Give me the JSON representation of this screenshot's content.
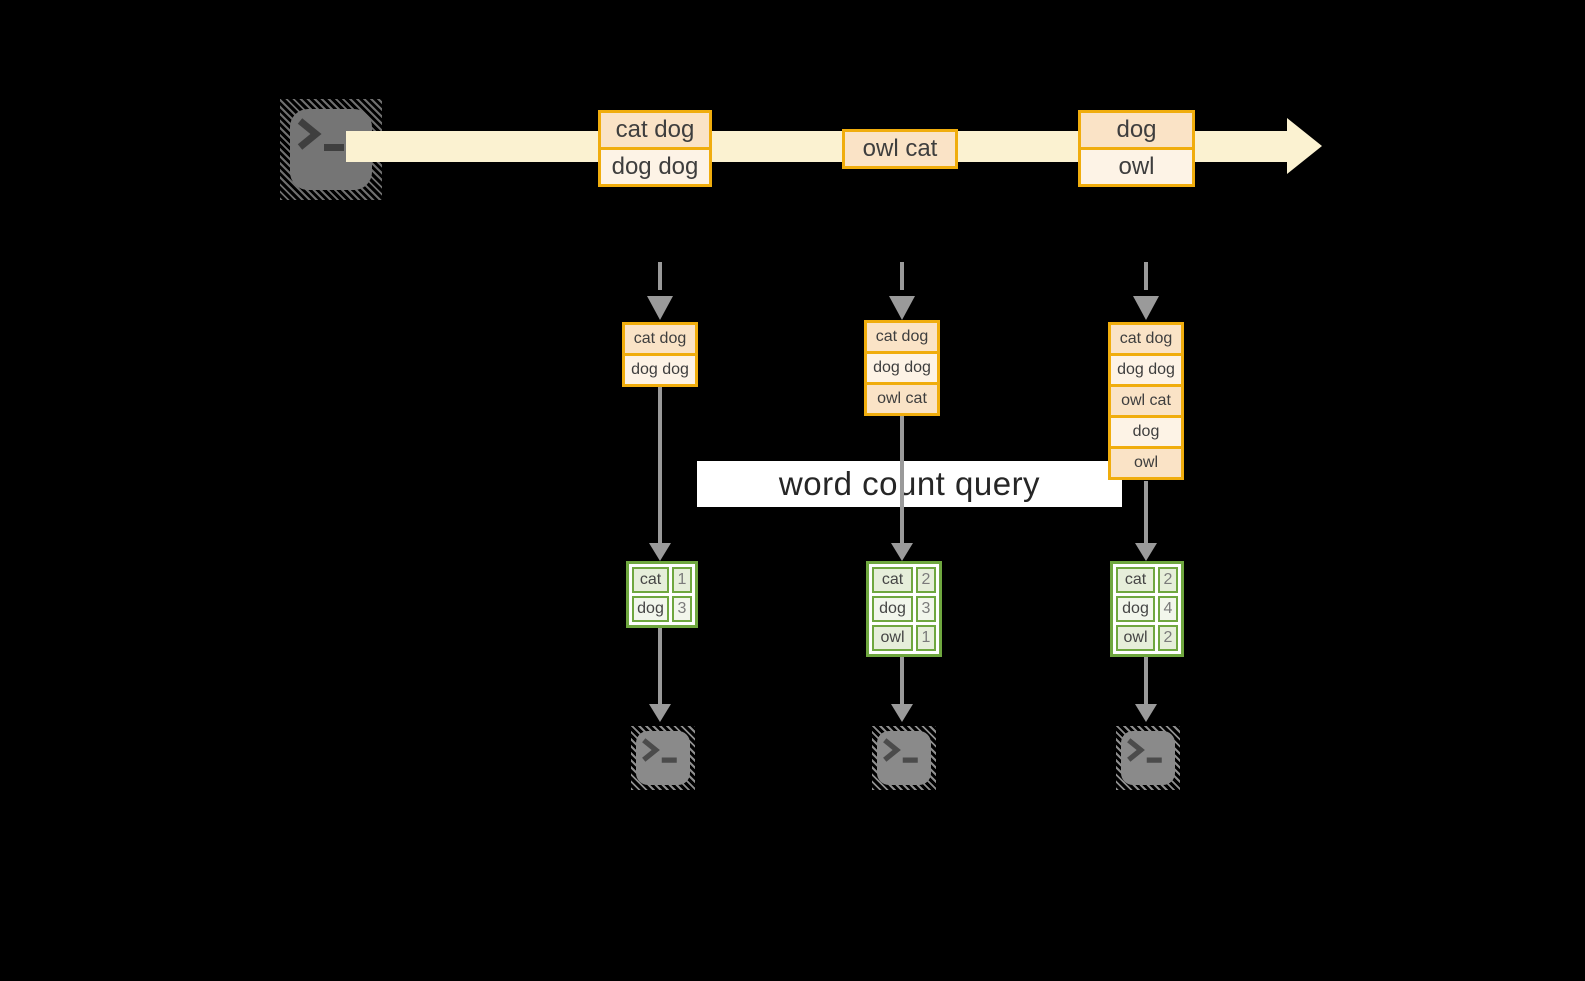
{
  "query_label": "word count query",
  "stream": {
    "events": [
      {
        "rows": [
          "cat dog",
          "dog dog"
        ]
      },
      {
        "rows": [
          "owl cat"
        ]
      },
      {
        "rows": [
          "dog",
          "owl"
        ]
      }
    ]
  },
  "columns": [
    {
      "state_rows": [
        "cat dog",
        "dog dog"
      ],
      "counts": [
        {
          "word": "cat",
          "count": "1"
        },
        {
          "word": "dog",
          "count": "3"
        }
      ]
    },
    {
      "state_rows": [
        "cat dog",
        "dog dog",
        "owl cat"
      ],
      "counts": [
        {
          "word": "cat",
          "count": "2"
        },
        {
          "word": "dog",
          "count": "3"
        },
        {
          "word": "owl",
          "count": "1"
        }
      ]
    },
    {
      "state_rows": [
        "cat dog",
        "dog dog",
        "owl cat",
        "dog",
        "owl"
      ],
      "counts": [
        {
          "word": "cat",
          "count": "2"
        },
        {
          "word": "dog",
          "count": "4"
        },
        {
          "word": "owl",
          "count": "2"
        }
      ]
    }
  ],
  "icons": {
    "source": "terminal-prompt-icon",
    "sinks": [
      "terminal-prompt-icon",
      "terminal-prompt-icon",
      "terminal-prompt-icon"
    ]
  },
  "colors": {
    "background": "#000000",
    "stream_fill": "#FBF2D1",
    "box_border_gold": "#F0AD0D",
    "row_fill_peach": "#FAE3C6",
    "row_fill_cream": "#FDF3E6",
    "arrow_gray": "#9A9A9A",
    "table_border_green": "#6FA73F",
    "cell_fill_sage": "#E6EEDA",
    "cell_fill_light": "#F2F6EC",
    "query_box_fill": "#FFFFFF",
    "terminal_gray_source": "#757575",
    "terminal_gray_sink": "#8A8A8A"
  }
}
